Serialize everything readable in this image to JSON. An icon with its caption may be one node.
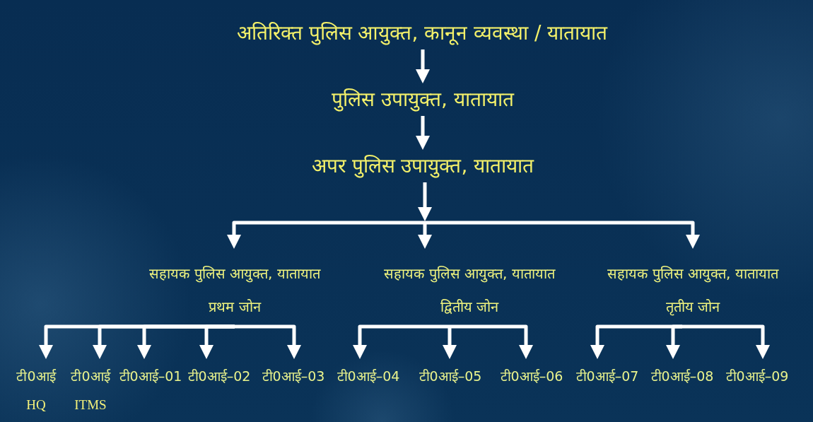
{
  "diagram": {
    "nodes": [
      {
        "text": [
          "अतिरिक्त पुलिस आयुक्त, कानून व्यवस्था / यातायात"
        ]
      },
      {
        "text": [
          "पुलिस उपायुक्त, यातायात"
        ]
      },
      {
        "text": [
          "अपर पुलिस उपायुक्त, यातायात"
        ]
      },
      {
        "text": [
          "सहायक पुलिस आयुक्त, यातायात",
          "प्रथम जोन"
        ]
      },
      {
        "text": [
          "सहायक पुलिस आयुक्त, यातायात",
          "द्वितीय जोन"
        ]
      },
      {
        "text": [
          "सहायक पुलिस आयुक्त, यातायात",
          "तृतीय जोन"
        ]
      },
      {
        "text": [
          "टी0आई",
          "HQ"
        ]
      },
      {
        "text": [
          "टी0आई",
          "ITMS"
        ]
      },
      {
        "text": [
          "टी0आई–01"
        ]
      },
      {
        "text": [
          "टी0आई–02"
        ]
      },
      {
        "text": [
          "टी0आई–03"
        ]
      },
      {
        "text": [
          "टी0आई–04"
        ]
      },
      {
        "text": [
          "टी0आई–05"
        ]
      },
      {
        "text": [
          "टी0आई–06"
        ]
      },
      {
        "text": [
          "टी0आई–07"
        ]
      },
      {
        "text": [
          "टी0आई–08"
        ]
      },
      {
        "text": [
          "टी0आई–09"
        ]
      }
    ],
    "edges": [
      {
        "from": 0,
        "to": 1,
        "arrow": "to"
      },
      {
        "from": 1,
        "to": 2,
        "arrow": "to"
      },
      {
        "from": 2,
        "to": 3,
        "arrow": "to"
      },
      {
        "from": 2,
        "to": 4,
        "arrow": "to"
      },
      {
        "from": 2,
        "to": 5,
        "arrow": "to"
      },
      {
        "from": 3,
        "to": 6,
        "arrow": "to"
      },
      {
        "from": 3,
        "to": 7,
        "arrow": "to"
      },
      {
        "from": 3,
        "to": 8,
        "arrow": "to"
      },
      {
        "from": 3,
        "to": 9,
        "arrow": "to"
      },
      {
        "from": 3,
        "to": 10,
        "arrow": "to"
      },
      {
        "from": 4,
        "to": 11,
        "arrow": "to"
      },
      {
        "from": 4,
        "to": 12,
        "arrow": "to"
      },
      {
        "from": 4,
        "to": 13,
        "arrow": "to"
      },
      {
        "from": 5,
        "to": 14,
        "arrow": "to"
      },
      {
        "from": 5,
        "to": 15,
        "arrow": "to"
      },
      {
        "from": 5,
        "to": 16,
        "arrow": "to"
      }
    ]
  }
}
